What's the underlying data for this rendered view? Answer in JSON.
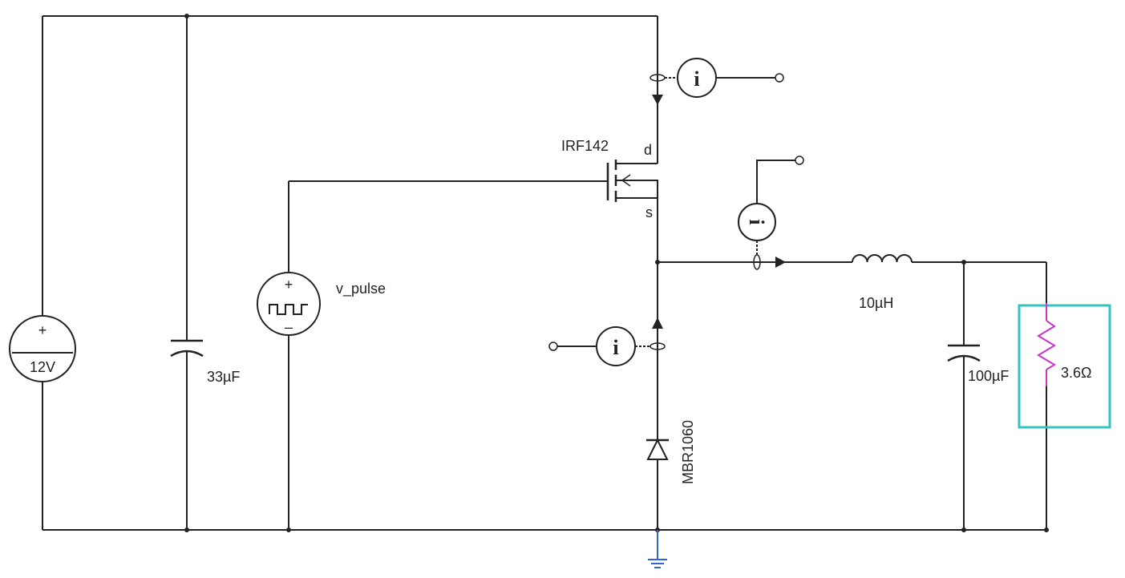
{
  "components": {
    "source_dc": {
      "label": "12V",
      "plus": "+"
    },
    "cap_input": {
      "label": "33µF"
    },
    "source_pulse": {
      "label": "v_pulse",
      "plus": "+",
      "minus": "–"
    },
    "mosfet": {
      "label": "IRF142",
      "drain": "d",
      "source": "s"
    },
    "diode": {
      "label": "MBR1060"
    },
    "inductor": {
      "label": "10µH"
    },
    "cap_output": {
      "label": "100µF"
    },
    "resistor": {
      "label": "3.6Ω"
    }
  },
  "probes": {
    "symbol": "i"
  },
  "colors": {
    "wire": "#222222",
    "resistor": "#cc33cc",
    "highlight": "#33c3c3",
    "ground": "#3366cc"
  }
}
